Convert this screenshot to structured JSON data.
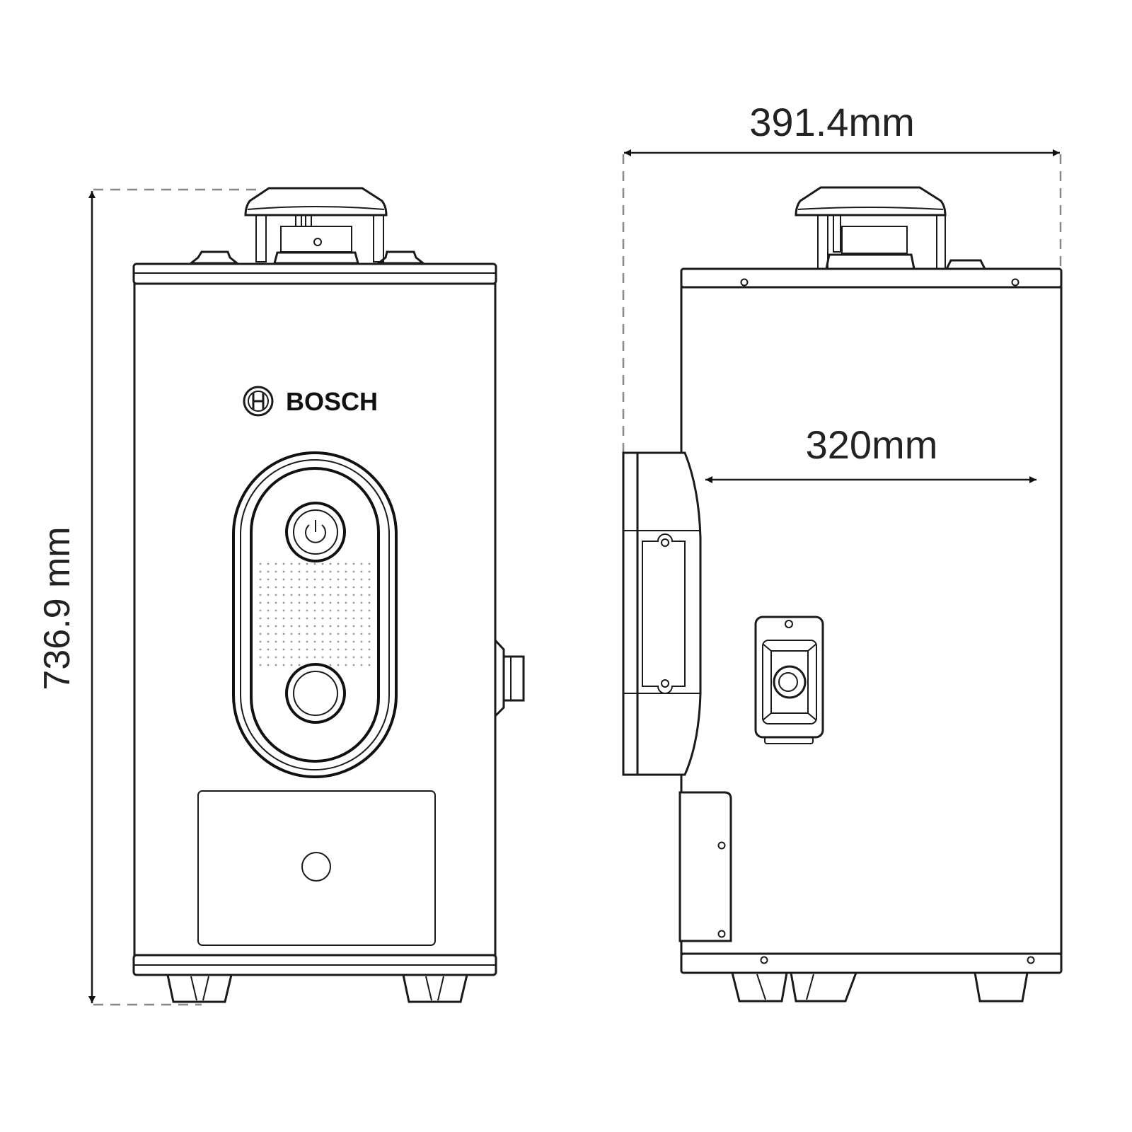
{
  "brand": {
    "name": "BOSCH",
    "logo_icon": "bosch-armature-icon"
  },
  "dimensions": {
    "height_label": "736.9 mm",
    "overall_depth_label": "391.4mm",
    "body_depth_label": "320mm"
  },
  "views": [
    "front",
    "side"
  ],
  "colors": {
    "line": "#1a1a1a",
    "dimension_dash": "#888888",
    "background": "#ffffff"
  }
}
